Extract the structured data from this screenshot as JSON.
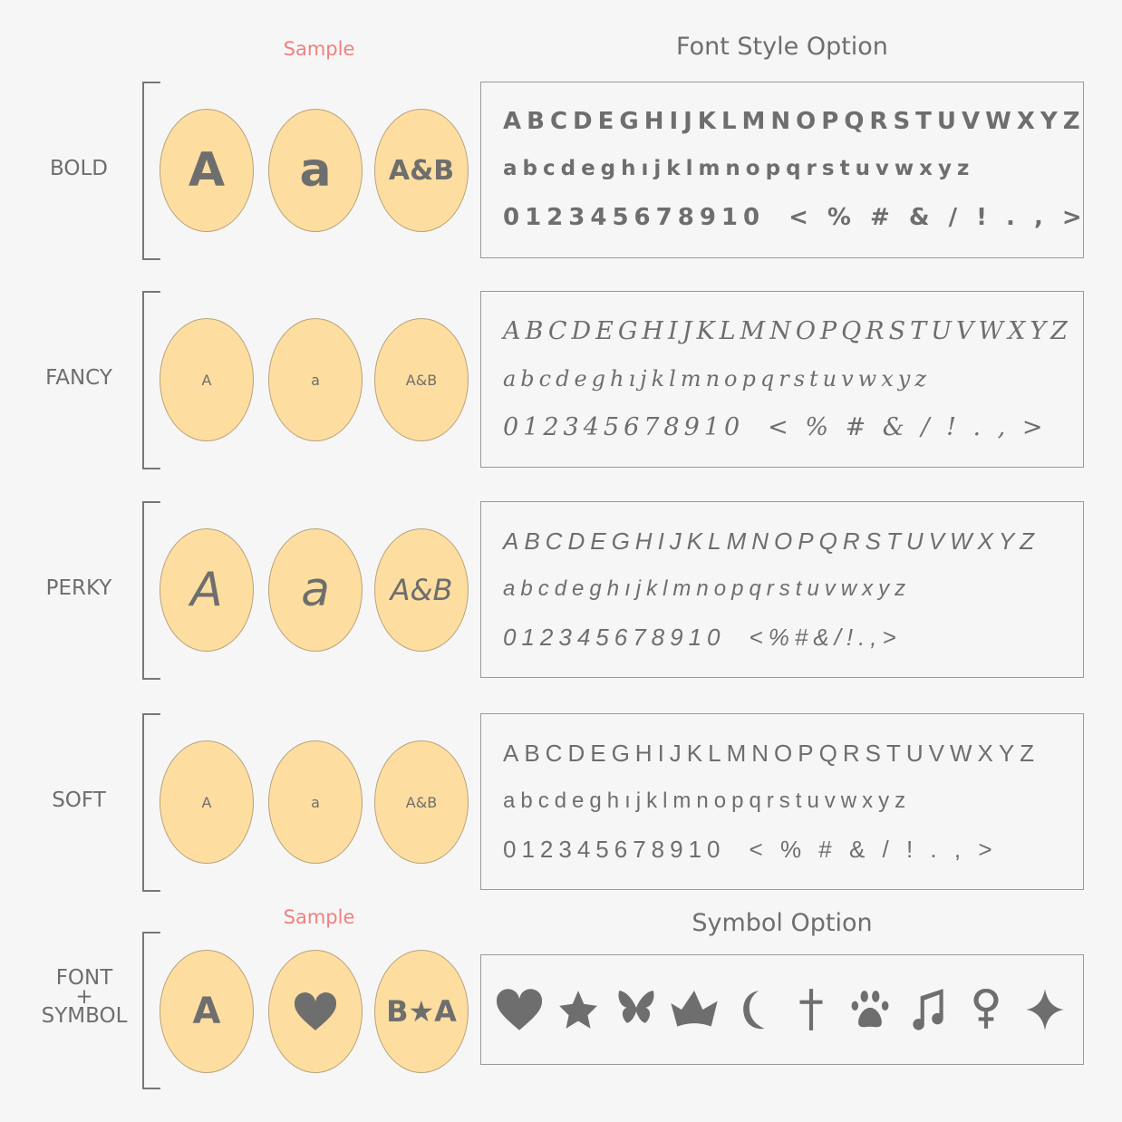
{
  "headers": {
    "sample": "Sample",
    "font_style_option": "Font Style Option",
    "symbol_option": "Symbol Option"
  },
  "rows": [
    {
      "label": "BOLD",
      "samples": [
        "A",
        "a",
        "A&B"
      ],
      "upper": "ABCDEGHIJKLMNOPQRSTUVWXYZ",
      "lower": "abcdeghıjklmnopqrstuvwxyz",
      "digits": "012345678910",
      "punct": "< % # & / ! . , >"
    },
    {
      "label": "FANCY",
      "samples": [
        "A",
        "a",
        "A&B"
      ],
      "upper": "ABCDEGHIJKLMNOPQRSTUVWXYZ",
      "lower": "abcdeghıjklmnopqrstuvwxyz",
      "digits": "012345678910",
      "punct": "< % # & / ! . , >"
    },
    {
      "label": "PERKY",
      "samples": [
        "A",
        "a",
        "A&B"
      ],
      "upper": "ABCDEGHIJKLMNOPQRSTUVWXYZ",
      "lower": "abcdeghıjklmnopqrstuvwxyz",
      "digits": "012345678910",
      "punct": "<%#&/!.,>"
    },
    {
      "label": "SOFT",
      "samples": [
        "A",
        "a",
        "A&B"
      ],
      "upper": "ABCDEGHIJKLMNOPQRSTUVWXYZ",
      "lower": "abcdeghıjklmnopqrstuvwxyz",
      "digits": "012345678910",
      "punct": "< % # & / ! . , >"
    }
  ],
  "symbol_row": {
    "label_top": "FONT",
    "label_mid": "+",
    "label_bottom": "SYMBOL",
    "sample_a": "A",
    "sample_c": "B★A"
  },
  "symbols": [
    "heart",
    "star",
    "butterfly",
    "crown",
    "moon",
    "cross",
    "paw",
    "music-note",
    "female",
    "sparkle"
  ],
  "colors": {
    "oval": "#fddea0",
    "text": "#6e6e6e",
    "accent": "#f08080"
  }
}
